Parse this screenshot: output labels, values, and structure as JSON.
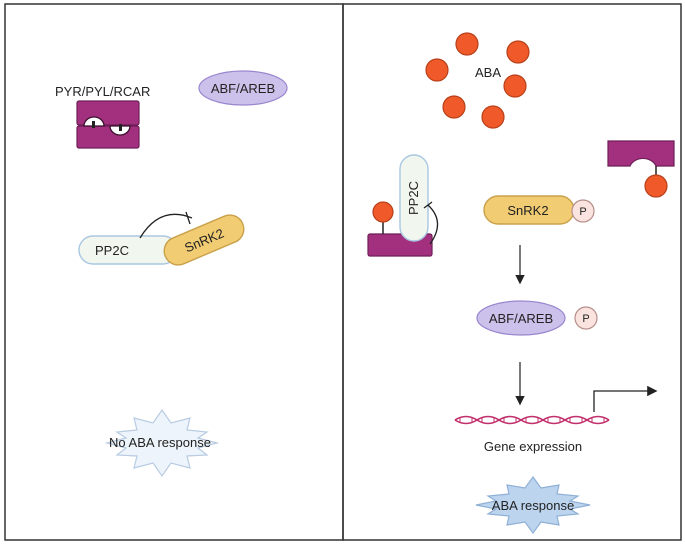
{
  "colors": {
    "frame": "#333333",
    "receptor": "#a3307f",
    "receptor_stroke": "#6e1f57",
    "aba": "#f05a2a",
    "aba_stroke": "#b8401a",
    "abf_fill": "#ccc1ea",
    "abf_stroke": "#9a86cf",
    "snrk2_fill": "#f1cc73",
    "snrk2_stroke": "#c9a14b",
    "pp2c_fill": "#f1f7ee",
    "pp2c_stroke": "#a9c7e2",
    "phos_fill": "#fbe3df",
    "phos_stroke": "#b58f8a",
    "burst_fill": "#eef4fb",
    "burst_stroke": "#b8cbe2",
    "burst_active_fill": "#bcd4ee",
    "dna": "#c0306b"
  },
  "left_panel": {
    "receptor_label": "PYR/PYL/RCAR",
    "abf_label": "ABF/AREB",
    "pp2c_label": "PP2C",
    "snrk2_label": "SnRK2",
    "response_label": "No ABA response"
  },
  "right_panel": {
    "aba_label": "ABA",
    "pp2c_label": "PP2C",
    "snrk2_label": "SnRK2",
    "snrk2_phospho": "P",
    "abf_label": "ABF/AREB",
    "abf_phospho": "P",
    "gene_label": "Gene expression",
    "response_label": "ABA response"
  }
}
